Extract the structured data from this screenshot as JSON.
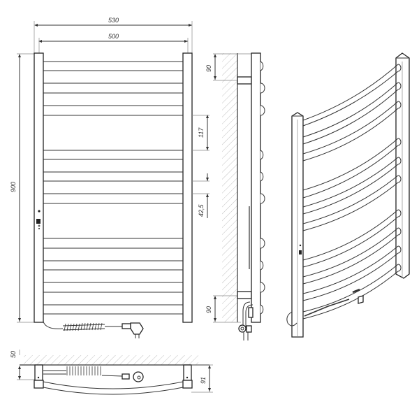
{
  "drawing": {
    "subject": "Electric heated towel rail technical drawing",
    "views": [
      "front-view",
      "side-view",
      "isometric-view",
      "top-view"
    ],
    "dimensions": {
      "overall_width": "530",
      "center_distance": "500",
      "height": "900",
      "top_offset": "90",
      "gap_upper": "117",
      "gap_lower": "42,5",
      "bottom_offset": "90",
      "wall_distance": "50",
      "depth": "91"
    },
    "front_rails_y": [
      88,
      101,
      119,
      133,
      151,
      165,
      215,
      228,
      246,
      259,
      277,
      291,
      341,
      355,
      373,
      386,
      404,
      418,
      436,
      449
    ],
    "colors": {
      "line": "#333333",
      "hatch": "#999999",
      "background": "#ffffff"
    }
  }
}
